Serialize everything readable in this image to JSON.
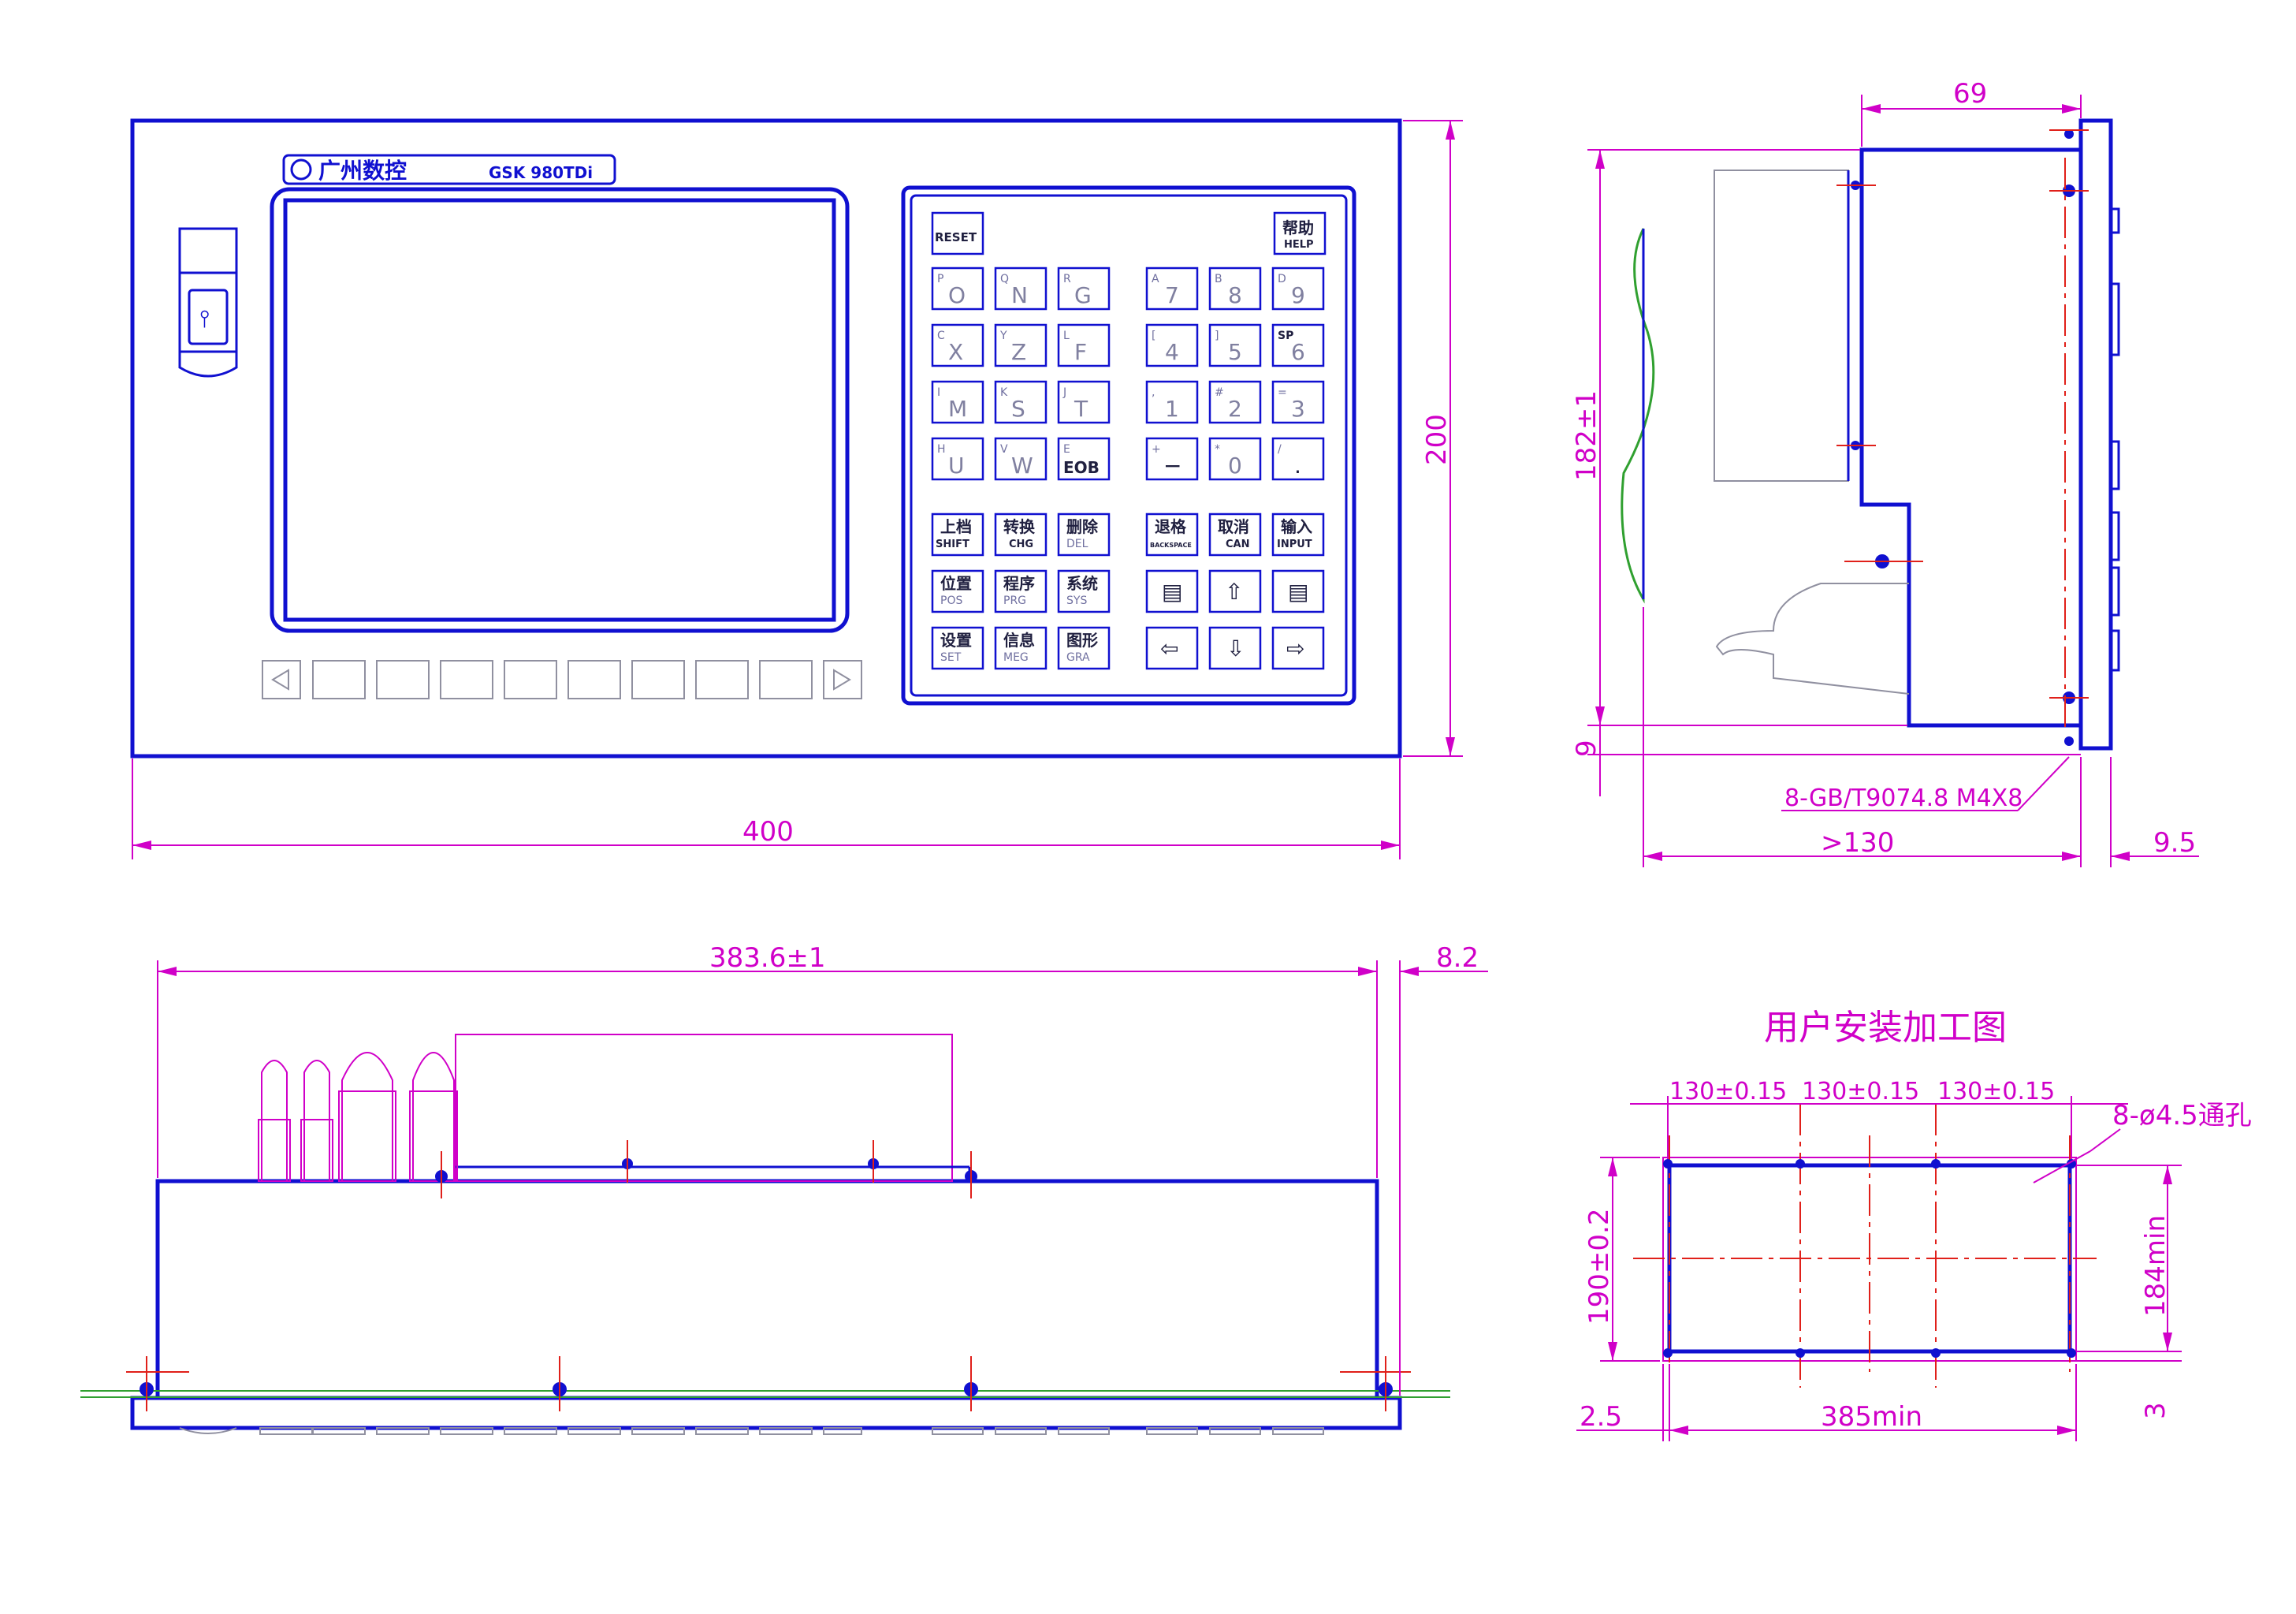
{
  "front_view": {
    "logo_text": "广州数控",
    "model_text": "GSK 980TDi",
    "dims": {
      "width": "400",
      "height": "200"
    },
    "keypad": {
      "reset": "RESET",
      "help_cn": "帮助",
      "help_en": "HELP",
      "alpha_keys": [
        {
          "sub": "P",
          "main": "O"
        },
        {
          "sub": "Q",
          "main": "N"
        },
        {
          "sub": "R",
          "main": "G"
        },
        {
          "sub": "C",
          "main": "X"
        },
        {
          "sub": "Y",
          "main": "Z"
        },
        {
          "sub": "L",
          "main": "F"
        },
        {
          "sub": "I",
          "main": "M"
        },
        {
          "sub": "K",
          "main": "S"
        },
        {
          "sub": "J",
          "main": "T"
        },
        {
          "sub": "H",
          "main": "U"
        },
        {
          "sub": "V",
          "main": "W"
        },
        {
          "sub": "E",
          "main": "EOB"
        }
      ],
      "num_keys": [
        {
          "sub": "A",
          "main": "7"
        },
        {
          "sub": "B",
          "main": "8"
        },
        {
          "sub": "D",
          "main": "9"
        },
        {
          "sub": "[",
          "main": "4"
        },
        {
          "sub": "]",
          "main": "5"
        },
        {
          "sub": "SP",
          "main": "6"
        },
        {
          "sub": ",",
          "main": "1"
        },
        {
          "sub": "#",
          "main": "2"
        },
        {
          "sub": "=",
          "main": "3"
        },
        {
          "sub": "+",
          "main": "−"
        },
        {
          "sub": "*",
          "main": "0"
        },
        {
          "sub": "/",
          "main": "."
        }
      ],
      "func_keys": [
        {
          "cn": "上档",
          "en": "SHIFT"
        },
        {
          "cn": "转换",
          "en": "CHG"
        },
        {
          "cn": "删除",
          "en": "DEL"
        },
        {
          "cn": "位置",
          "en": "POS"
        },
        {
          "cn": "程序",
          "en": "PRG"
        },
        {
          "cn": "系统",
          "en": "SYS"
        },
        {
          "cn": "设置",
          "en": "SET"
        },
        {
          "cn": "信息",
          "en": "MEG"
        },
        {
          "cn": "图形",
          "en": "GRA"
        }
      ],
      "edit_keys": [
        {
          "cn": "退格",
          "en": "BACKSPACE"
        },
        {
          "cn": "取消",
          "en": "CAN"
        },
        {
          "cn": "输入",
          "en": "INPUT"
        }
      ],
      "arrows": [
        "▤",
        "⇧",
        "▤",
        "⇦",
        "⇩",
        "⇨"
      ]
    }
  },
  "side_view": {
    "dims": {
      "top": "69",
      "height": "182±1",
      "bottom": "9",
      "depth": ">130",
      "flange": "9.5"
    },
    "screw_note": "8-GB/T9074.8 M4X8"
  },
  "top_view": {
    "dims": {
      "width": "383.6±1",
      "flange": "8.2"
    }
  },
  "install": {
    "title": "用户安装加工图",
    "spacing": [
      "130±0.15",
      "130±0.15",
      "130±0.15"
    ],
    "holes": "8-ø4.5通孔",
    "height": "190±0.2",
    "min_height": "184min",
    "min_width": "385min",
    "left_margin": "2.5",
    "bottom_margin": "3"
  }
}
